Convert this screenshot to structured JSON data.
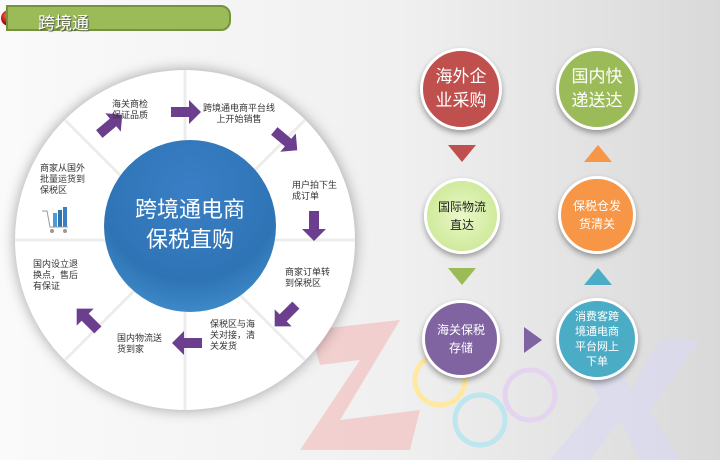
{
  "title": "跨境通",
  "hub": {
    "line1": "跨境通电商",
    "line2": "保税直购"
  },
  "steps": [
    {
      "l1": "海关商检",
      "l2": "保证品质"
    },
    {
      "l1": "跨境通电商平台线",
      "l2": "上开始销售"
    },
    {
      "l1": "用户拍下生",
      "l2": "成订单"
    },
    {
      "l1": "商家订单转",
      "l2": "到保税区"
    },
    {
      "l1": "保税区与海",
      "l2": "关对接，清",
      "l3": "关发货"
    },
    {
      "l1": "国内物流送",
      "l2": "货到家"
    },
    {
      "l1": "国内设立退",
      "l2": "换点，售后",
      "l3": "有保证"
    },
    {
      "l1": "商家从国外",
      "l2": "批量运货到",
      "l3": "保税区"
    }
  ],
  "flow": [
    {
      "l1": "海外企",
      "l2": "业采购",
      "color": "#c0504d"
    },
    {
      "l1": "国内快",
      "l2": "递送达",
      "color": "#9bbb59"
    },
    {
      "l1": "国际物流",
      "l2": "直达",
      "color": "#d7f0a8"
    },
    {
      "l1": "保税仓发",
      "l2": "货清关",
      "color": "#f79646"
    },
    {
      "l1": "海关保税",
      "l2": "存储",
      "color": "#8064a2"
    },
    {
      "l1": "消费客跨",
      "l2": "境通电商",
      "l3": "平台网上",
      "l4": "下单",
      "color": "#4bacc6"
    }
  ]
}
